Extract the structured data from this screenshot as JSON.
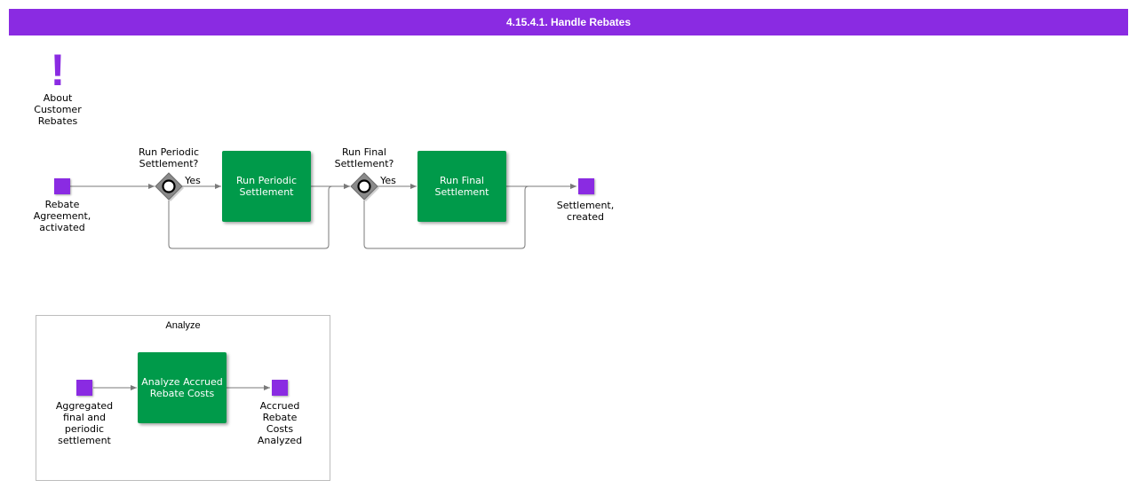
{
  "title": "4.15.4.1. Handle Rebates",
  "note": {
    "icon": "exclamation-icon",
    "label": "About\nCustomer\nRebates"
  },
  "gateways": {
    "periodic": {
      "question": "Run Periodic\nSettlement?",
      "yes": "Yes"
    },
    "final": {
      "question": "Run Final\nSettlement?",
      "yes": "Yes"
    }
  },
  "events": {
    "start": "Rebate\nAgreement,\nactivated",
    "end": "Settlement,\ncreated",
    "analyze_start": "Aggregated\nfinal and\nperiodic\nsettlement",
    "analyze_end": "Accrued\nRebate\nCosts\nAnalyzed"
  },
  "tasks": {
    "periodic": "Run Periodic\nSettlement",
    "final": "Run Final\nSettlement",
    "analyze": "Analyze Accrued\nRebate Costs"
  },
  "group": {
    "title": "Analyze"
  },
  "colors": {
    "header": "#8a2be2",
    "event": "#8a2be2",
    "task": "#009a4a",
    "gateway": "#7a7a7a",
    "line": "#7a7a7a"
  }
}
